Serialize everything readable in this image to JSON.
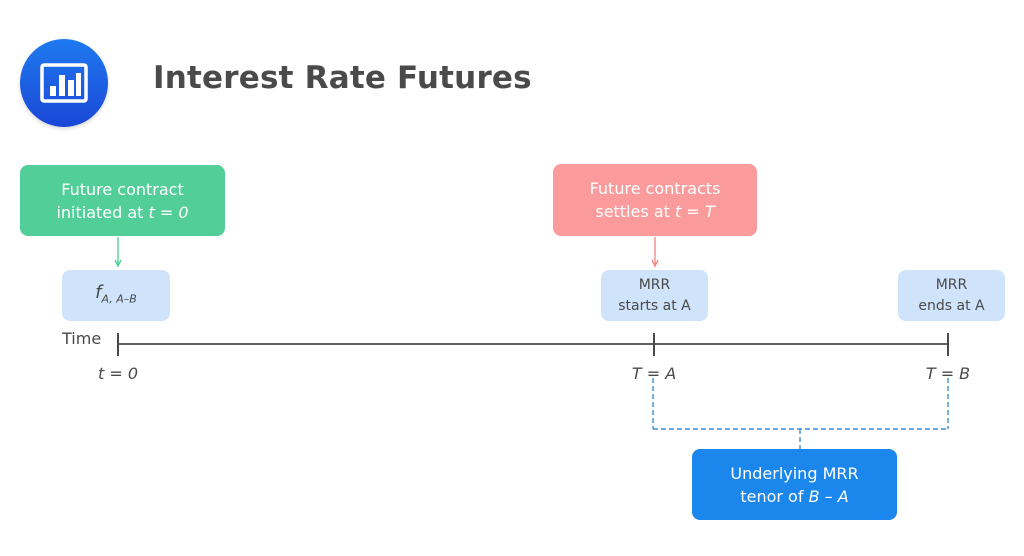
{
  "header": {
    "title": "Interest Rate Futures",
    "icon": "bar-chart-icon",
    "icon_colors": {
      "top": "#1f7af0",
      "bottom": "#1a47d6"
    }
  },
  "colors": {
    "green": "#52cf98",
    "red": "#fc9b9b",
    "light_blue": "#cfe4fb",
    "blue": "#1b86ec",
    "axis": "#4a4a4a",
    "dashed": "#3a8fd8",
    "green_arrow": "#52cf98",
    "red_arrow": "#f28a8a"
  },
  "events": {
    "initiated": {
      "line1": "Future contract",
      "line2_prefix": "initiated at ",
      "line2_math": "t = 0"
    },
    "settles": {
      "line1": "Future contracts",
      "line2_prefix": "settles at ",
      "line2_math": "t = T"
    }
  },
  "markers": {
    "forward_rate": {
      "symbol": "f",
      "subscript": "A, A–B"
    },
    "mrr_start": {
      "line1": "MRR",
      "line2": "starts at A"
    },
    "mrr_end": {
      "line1": "MRR",
      "line2": "ends at A"
    }
  },
  "timeline": {
    "label": "Time",
    "ticks": [
      {
        "label": "t = 0"
      },
      {
        "label": "T = A"
      },
      {
        "label": "T = B"
      }
    ]
  },
  "tenor": {
    "line1": "Underlying MRR",
    "line2_prefix": "tenor of ",
    "line2_math": "B – A"
  }
}
